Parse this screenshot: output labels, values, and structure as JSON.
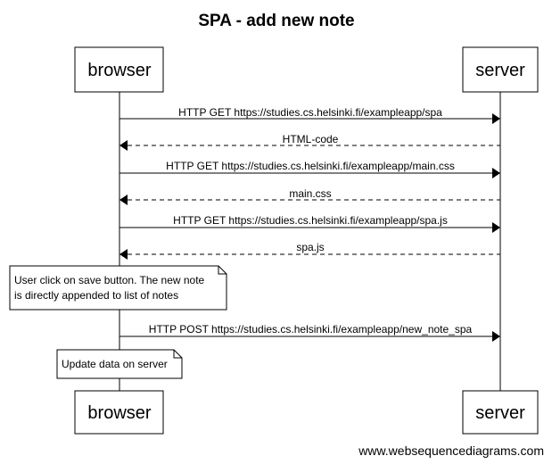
{
  "title": "SPA - add new note",
  "actors": {
    "browser": "browser",
    "server": "server"
  },
  "messages": [
    {
      "text": "HTTP GET https://studies.cs.helsinki.fi/exampleapp/spa",
      "from": "browser",
      "to": "server",
      "style": "solid"
    },
    {
      "text": "HTML-code",
      "from": "server",
      "to": "browser",
      "style": "dashed"
    },
    {
      "text": "HTTP GET https://studies.cs.helsinki.fi/exampleapp/main.css",
      "from": "browser",
      "to": "server",
      "style": "solid"
    },
    {
      "text": "main.css",
      "from": "server",
      "to": "browser",
      "style": "dashed"
    },
    {
      "text": "HTTP GET https://studies.cs.helsinki.fi/exampleapp/spa.js",
      "from": "browser",
      "to": "server",
      "style": "solid"
    },
    {
      "text": "spa.js",
      "from": "server",
      "to": "browser",
      "style": "dashed"
    },
    {
      "text": "HTTP POST https://studies.cs.helsinki.fi/exampleapp/new_note_spa",
      "from": "browser",
      "to": "server",
      "style": "solid"
    }
  ],
  "notes": [
    {
      "lines": [
        "User click on save button. The new note",
        "is directly appended to list of notes"
      ]
    },
    {
      "lines": [
        "Update data on server"
      ]
    }
  ],
  "watermark": "www.websequencediagrams.com"
}
